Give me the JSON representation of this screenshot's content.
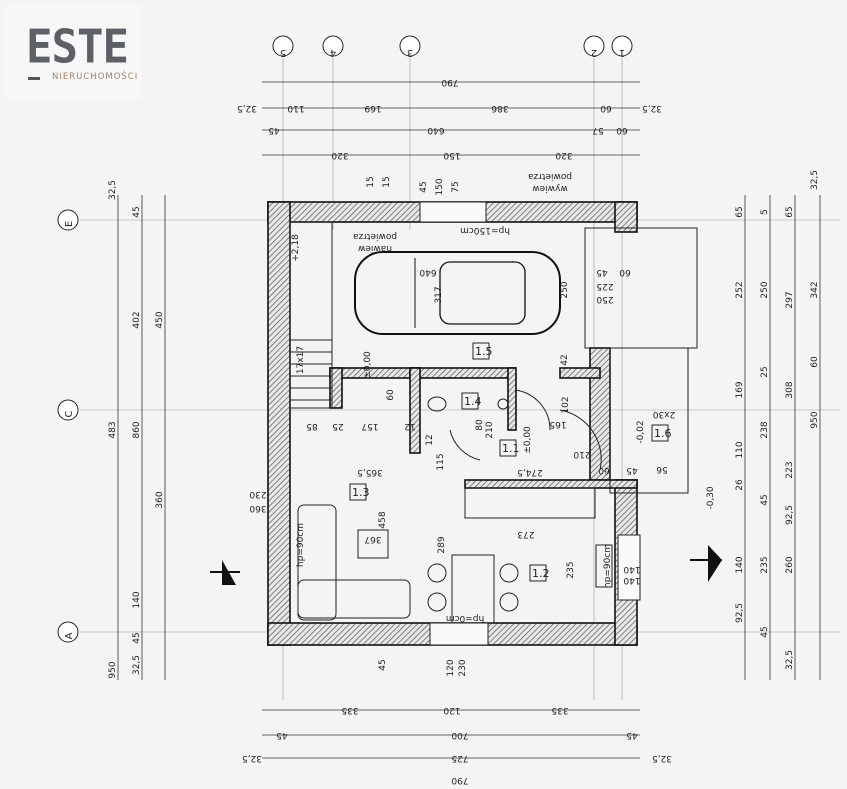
{
  "logo": {
    "brand": "ESTE",
    "sub": "NIERUCHOMOŚCI"
  },
  "axes": {
    "top": [
      "5",
      "4",
      "3",
      "2",
      "1"
    ],
    "left": [
      "E",
      "C",
      "A"
    ]
  },
  "dims": {
    "top1": [
      "790"
    ],
    "top2": [
      "32,5",
      "110",
      "169",
      "386",
      "60",
      "32,5"
    ],
    "top3": [
      "45",
      "640",
      "57",
      "60"
    ],
    "top4": [
      "320",
      "150",
      "320"
    ],
    "bottom1": [
      "335",
      "120",
      "335"
    ],
    "bottom2": [
      "45",
      "700",
      "45"
    ],
    "bottom3": [
      "32,5",
      "725",
      "32,5"
    ],
    "bottom4": [
      "790"
    ],
    "left1": [
      "32,5",
      "483",
      "950"
    ],
    "left2": [
      "45",
      "402",
      "860",
      "140",
      "45"
    ],
    "left3": [
      "450",
      "360",
      "32,5"
    ],
    "right1": [
      "65",
      "252",
      "169",
      "110",
      "26",
      "140",
      "92,5"
    ],
    "right2": [
      "5",
      "250",
      "25",
      "238",
      "45",
      "235",
      "45"
    ],
    "right3": [
      "65",
      "297",
      "308",
      "223",
      "92,5",
      "260",
      "32,5"
    ],
    "right4": [
      "32,5",
      "342",
      "60",
      "950"
    ]
  },
  "rooms": [
    "1.1",
    "1.2",
    "1.3",
    "1.4",
    "1.5",
    "1.6"
  ],
  "labels": {
    "vent_in_1": "nawiew",
    "vent_in_2": "powietrza",
    "vent_out_1": "wywiew",
    "vent_out_2": "powietrza",
    "hp150": "hp=150cm",
    "hp0": "hp=0cm",
    "hp90a": "hp=90cm",
    "hp90b": "hp=90cm",
    "car_len": "640",
    "car_w": "317",
    "g250": "250",
    "g225": "225",
    "g250b": "250",
    "g45": "45",
    "g60": "60",
    "lvl0a": "±0,00",
    "lvl0b": "±0,00",
    "lvl002": "-0,02",
    "lvl030": "-0,30",
    "lvl218": "+2,18",
    "d3655": "365,5",
    "d458": "458",
    "d367": "367",
    "d273": "273",
    "d2745": "274,5",
    "d289": "289",
    "d235": "235",
    "d140a": "140",
    "d140b": "140",
    "d230": "230",
    "d360": "360",
    "d12": "12",
    "d115": "115",
    "d80": "80",
    "d210": "210",
    "d102": "102",
    "d165": "165",
    "d210b": "210",
    "d85": "85",
    "d25": "25",
    "d157": "157",
    "d12b": "12",
    "d60": "60",
    "d42": "42",
    "d15": "15",
    "d45": "45",
    "d150": "150",
    "d75": "75",
    "d2x30": "2x30",
    "d56": "56",
    "d45b": "45",
    "d60b": "60",
    "d120": "120",
    "d230b": "230",
    "d45c": "45",
    "stair": "17x17"
  }
}
